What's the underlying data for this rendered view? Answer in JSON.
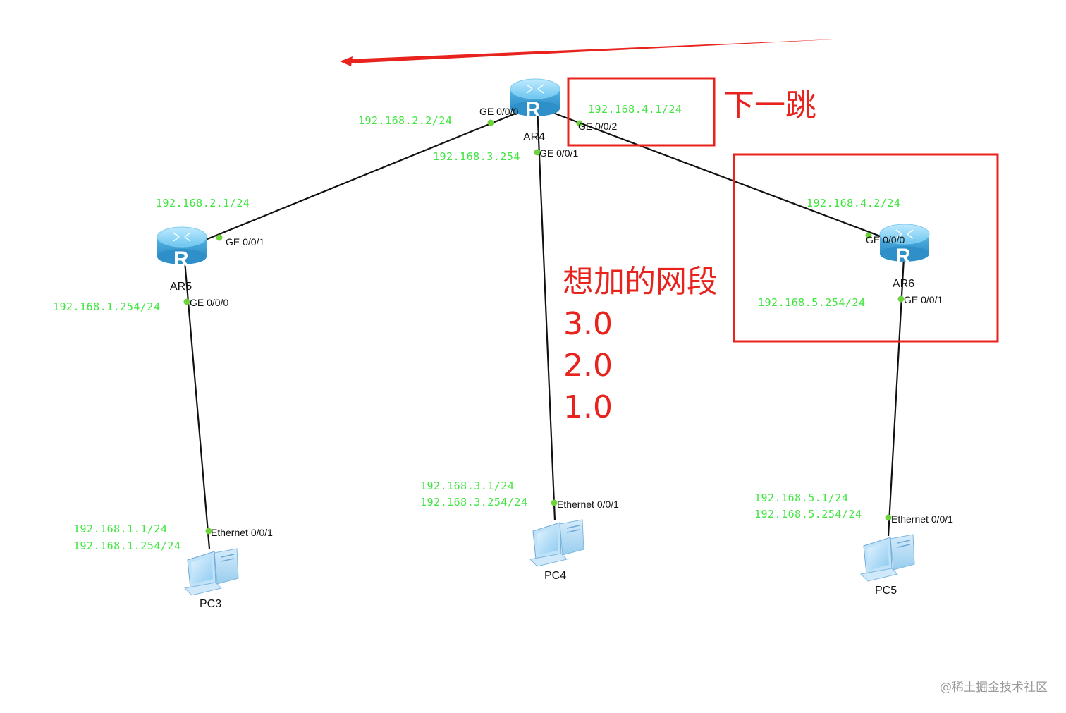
{
  "routers": {
    "ar4": "AR4",
    "ar5": "AR5",
    "ar6": "AR6"
  },
  "pcs": {
    "pc3": "PC3",
    "pc4": "PC4",
    "pc5": "PC5"
  },
  "router_glyph": "R",
  "ports": {
    "ar4_ge000": "GE 0/0/0",
    "ar4_ge002": "GE 0/0/2",
    "ar4_ge001": "GE 0/0/1",
    "ar5_ge001": "GE 0/0/1",
    "ar5_ge000": "GE 0/0/0",
    "ar6_ge000": "GE 0/0/0",
    "ar6_ge001": "GE 0/0/1",
    "pc3_eth": "Ethernet 0/0/1",
    "pc4_eth": "Ethernet 0/0/1",
    "pc5_eth": "Ethernet 0/0/1"
  },
  "ips": {
    "ar4_ge000": "192.168.2.2/24",
    "ar4_ge002": "192.168.4.1/24",
    "ar4_ge001": "192.168.3.254",
    "ar5_ge001": "192.168.2.1/24",
    "ar5_ge000": "192.168.1.254/24",
    "ar6_ge000": "192.168.4.2/24",
    "ar6_ge001": "192.168.5.254/24",
    "pc3_ip": "192.168.1.1/24",
    "pc3_gw": "192.168.1.254/24",
    "pc4_ip": "192.168.3.1/24",
    "pc4_gw": "192.168.3.254/24",
    "pc5_ip": "192.168.5.1/24",
    "pc5_gw": "192.168.5.254/24"
  },
  "annotations": {
    "next_hop": "下一跳",
    "desired_networks": "想加的网段",
    "net1": "3.0",
    "net2": "2.0",
    "net3": "1.0"
  },
  "watermark": "@稀土掘金技术社区",
  "colors": {
    "ip_text": "#3ee63e",
    "annotation": "#e8231d",
    "router_body": "#4fb8e6",
    "port_dot": "#6ed23c"
  }
}
